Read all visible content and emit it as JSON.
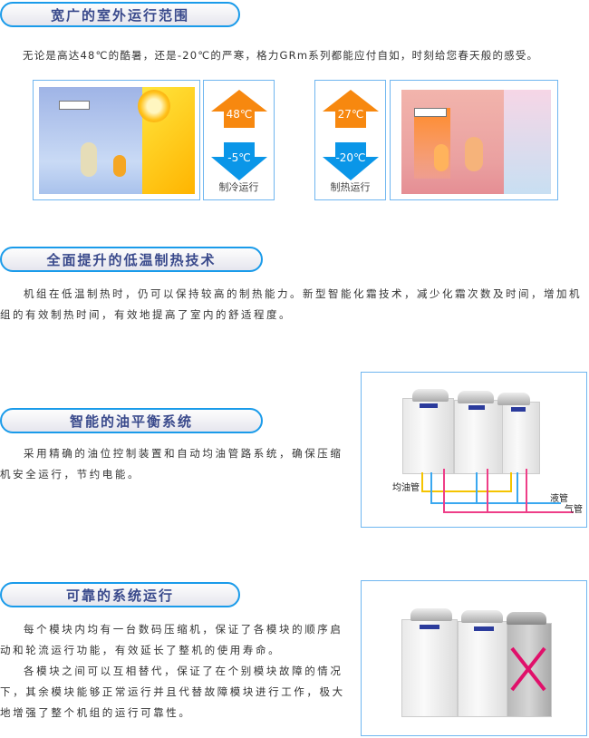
{
  "sections": [
    {
      "title": "宽广的室外运行范围",
      "paragraphs": [
        "无论是高达48℃的酷暑，还是-20℃的严寒，格力GRm系列都能应付自如，时刻给您春天般的感受。"
      ]
    },
    {
      "title": "全面提升的低温制热技术",
      "paragraphs": [
        "机组在低温制热时，仍可以保持较高的制热能力。新型智能化霜技术，减少化霜次数及时间，增加机组的有效制热时间，有效地提高了室内的舒适程度。"
      ]
    },
    {
      "title": "智能的油平衡系统",
      "paragraphs": [
        "采用精确的油位控制装置和自动均油管路系统，确保压缩机安全运行，节约电能。"
      ]
    },
    {
      "title": "可靠的系统运行",
      "paragraphs": [
        "每个模块内均有一台数码压缩机，保证了各模块的顺序启动和轮流运行功能，有效延长了整机的使用寿命。",
        "各模块之间可以互相替代，保证了在个别模块故障的情况下，其余模块能够正常运行并且代替故障模块进行工作，极大地增强了整个机组的运行可靠性。"
      ]
    }
  ],
  "cooling": {
    "high": "48℃",
    "low": "-5℃",
    "label": "制冷运行"
  },
  "heating": {
    "high": "27℃",
    "low": "-20℃",
    "label": "制热运行"
  },
  "oil_diagram": {
    "oil_pipe": "均油管",
    "liquid_pipe": "液管",
    "gas_pipe": "气管"
  },
  "colors": {
    "accent": "#1a9bea",
    "title": "#3a4a8c",
    "warm": "#f7880f",
    "cold": "#0a96e8"
  }
}
